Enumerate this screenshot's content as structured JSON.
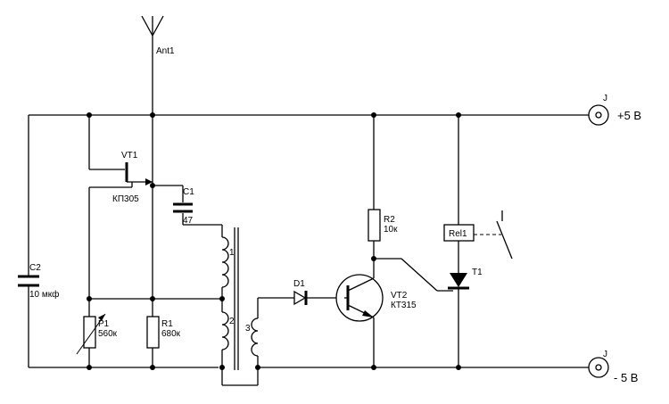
{
  "labels": {
    "ant1": "Ant1",
    "vt1": "VT1",
    "vt1_type": "КП305",
    "c1": "C1",
    "c1_value": "47",
    "c2": "C2",
    "c2_value": "10 мкф",
    "p1": "P1",
    "p1_value": "560к",
    "r1": "R1",
    "r1_value": "680к",
    "r2": "R2",
    "r2_value": "10к",
    "d1": "D1",
    "vt2": "VT2",
    "vt2_type": "КТ315",
    "t1": "T1",
    "rel1": "Rel1",
    "coil1": "1",
    "coil2": "2",
    "coil3": "3",
    "jack_top": "J",
    "jack_bottom": "J",
    "plus5": "+5 В",
    "minus5": "- 5 В"
  }
}
